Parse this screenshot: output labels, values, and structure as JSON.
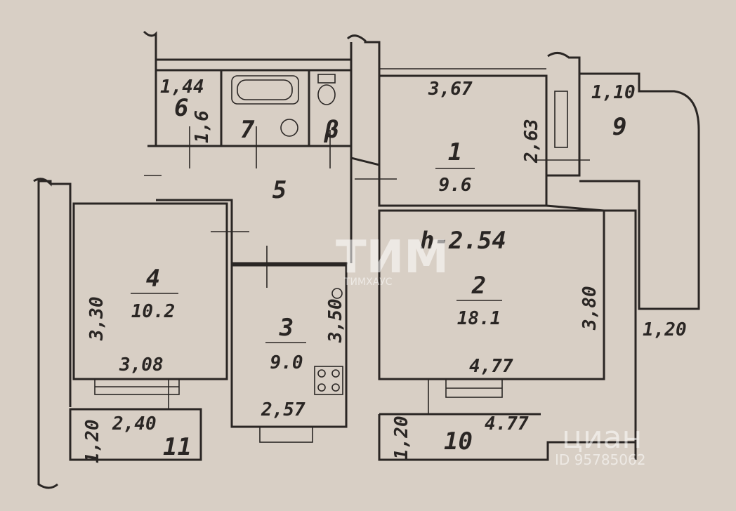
{
  "plan": {
    "ceiling_height": "h-2.54",
    "rooms": [
      {
        "id": "1",
        "number": "1",
        "area": "9.6",
        "dims": [
          "3,67",
          "2,63"
        ]
      },
      {
        "id": "2",
        "number": "2",
        "area": "18.1",
        "dims": [
          "3,80",
          "4,77"
        ]
      },
      {
        "id": "3",
        "number": "3",
        "area": "9.0",
        "dims": [
          "3,50",
          "2,57"
        ]
      },
      {
        "id": "4",
        "number": "4",
        "area": "10.2",
        "dims": [
          "3,30",
          "3,08"
        ]
      },
      {
        "id": "5",
        "number": "5"
      },
      {
        "id": "6",
        "number": "6",
        "dims": [
          "1,44",
          "1,6"
        ]
      },
      {
        "id": "7",
        "number": "7"
      },
      {
        "id": "8",
        "number": "β"
      },
      {
        "id": "9",
        "number": "9",
        "dims": [
          "1,10",
          "1,20"
        ]
      },
      {
        "id": "10",
        "number": "10",
        "dims": [
          "1,20",
          "4.77"
        ]
      },
      {
        "id": "11",
        "number": "11",
        "dims": [
          "1,20",
          "2,40"
        ]
      }
    ]
  },
  "watermarks": {
    "brand_logo": "ТИМ",
    "brand_name": "ТИМХАУС",
    "cian_logo": "циан",
    "listing_id": "ID 95785062"
  }
}
